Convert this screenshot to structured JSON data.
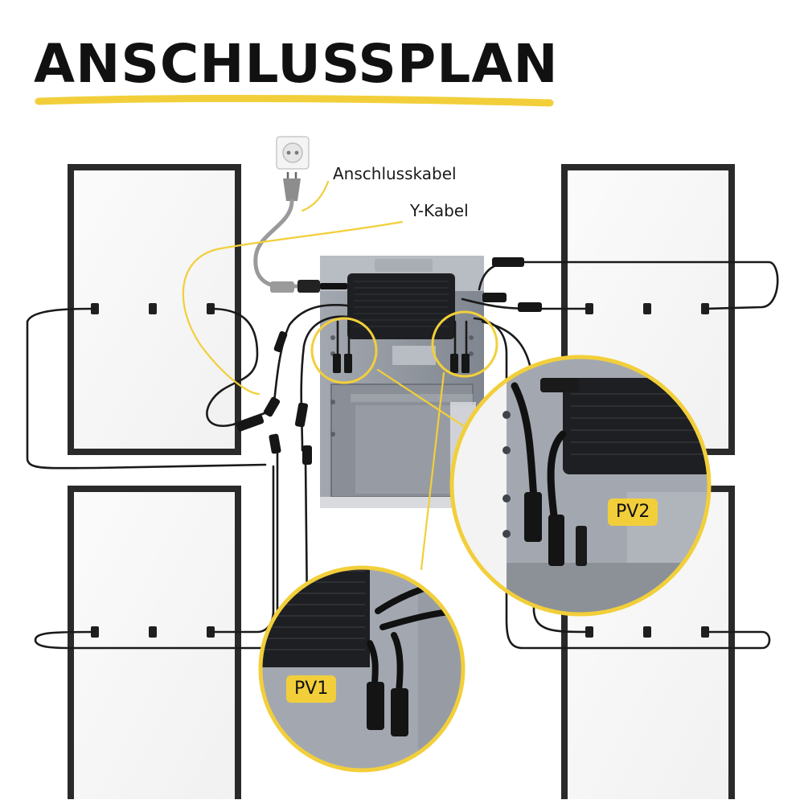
{
  "title": "ANSCHLUSSPLAN",
  "labels": {
    "connection_cable": "Anschlusskabel",
    "y_cable": "Y-Kabel",
    "pv1": "PV1",
    "pv2": "PV2"
  },
  "colors": {
    "accent_yellow": "#f2cf3a",
    "cable_black": "#1a1a1a",
    "cable_grey": "#9a9a9a",
    "panel_frame": "#2a2a2a",
    "panel_surface": "#ffffff",
    "battery_body": "#8e939b",
    "inverter_body": "#1e1f22"
  },
  "components": {
    "solar_panels": 4,
    "socket_icon": "schuko-socket-icon",
    "plug_icon": "schuko-plug-icon"
  }
}
